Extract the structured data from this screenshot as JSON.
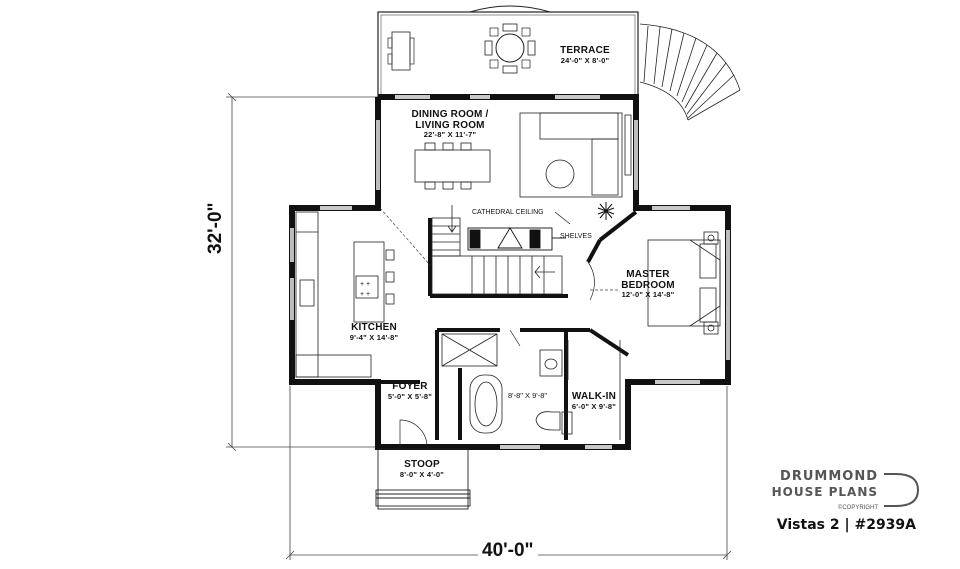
{
  "rooms": {
    "terrace": {
      "name": "TERRACE",
      "dims": "24'-0\" X 8'-0\""
    },
    "dining_living": {
      "name_line1": "DINING ROOM /",
      "name_line2": "LIVING ROOM",
      "dims": "22'-8\" X 11'-7\""
    },
    "master": {
      "name_line1": "MASTER",
      "name_line2": "BEDROOM",
      "dims": "12'-0\" X 14'-8\""
    },
    "kitchen": {
      "name": "KITCHEN",
      "dims": "9'-4\" X 14'-8\""
    },
    "foyer": {
      "name": "FOYER",
      "dims": "5'-0\" X 5'-8\""
    },
    "bath": {
      "dims": "8'-8\" X 9'-8\""
    },
    "walkin": {
      "name": "WALK-IN",
      "dims": "6'-0\" X 9'-8\""
    },
    "stoop": {
      "name": "STOOP",
      "dims": "8'-0\" X 4'-0\""
    }
  },
  "annotations": {
    "cathedral": "CATHEDRAL CEILING",
    "shelves": "SHELVES"
  },
  "overall": {
    "width": "40'-0\"",
    "depth": "32'-0\""
  },
  "branding": {
    "line1": "DRUMMOND",
    "line2": "HOUSE PLANS",
    "copyright": "©COPYRIGHT",
    "plan_name": "Vistas 2 | #2939A"
  }
}
